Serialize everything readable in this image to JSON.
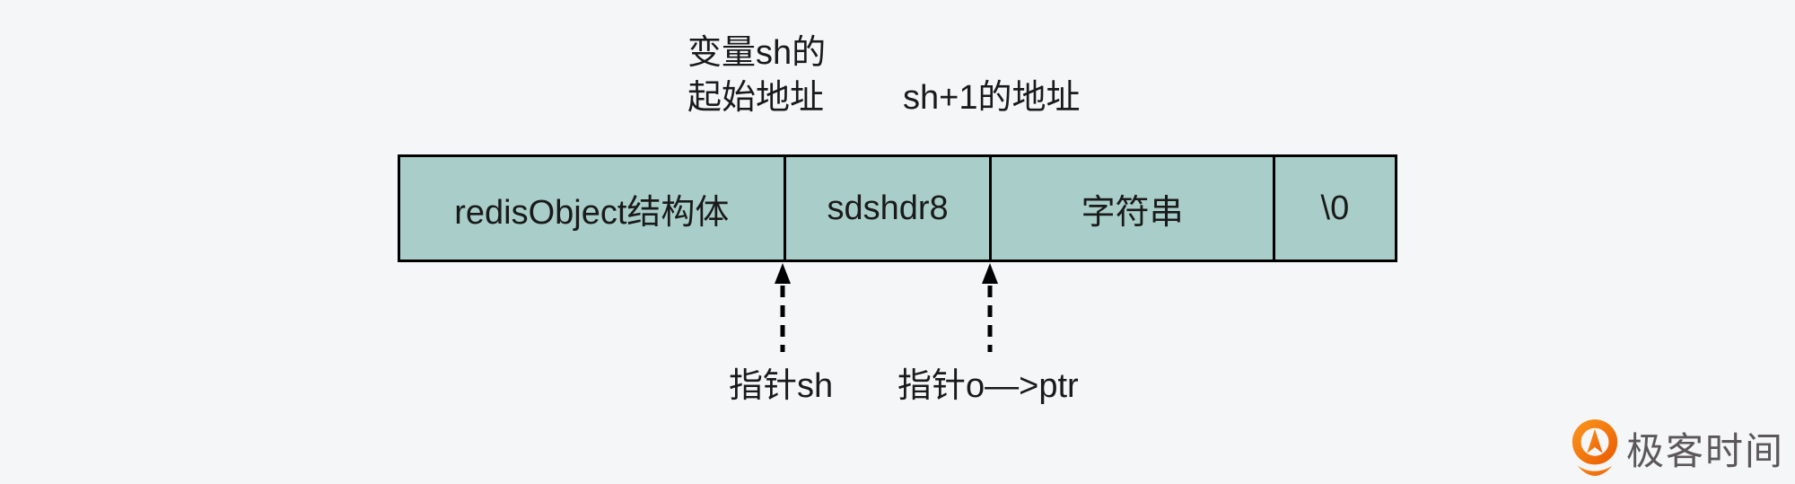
{
  "diagram": {
    "top_labels": {
      "sh_start": "变量sh的\n起始地址",
      "sh_plus1": "sh+1的地址"
    },
    "memory_block": {
      "cells": [
        {
          "label": "redisObject结构体"
        },
        {
          "label": "sdshdr8"
        },
        {
          "label": "字符串"
        },
        {
          "label": "\\0"
        }
      ]
    },
    "pointer_labels": {
      "sh": "指针sh",
      "o_ptr": "指针o—>ptr"
    },
    "colors": {
      "background": "#f5f6f8",
      "cell_fill": "#a9cec9",
      "border": "#000000",
      "text": "#1a1a1a",
      "brand_orange": "#f1700e",
      "brand_orange_light": "#f9921c",
      "brand_text_gray": "#5c5859"
    }
  },
  "branding": {
    "logo_text": "极客时间",
    "logo_icon": "geektime-pin-icon"
  }
}
